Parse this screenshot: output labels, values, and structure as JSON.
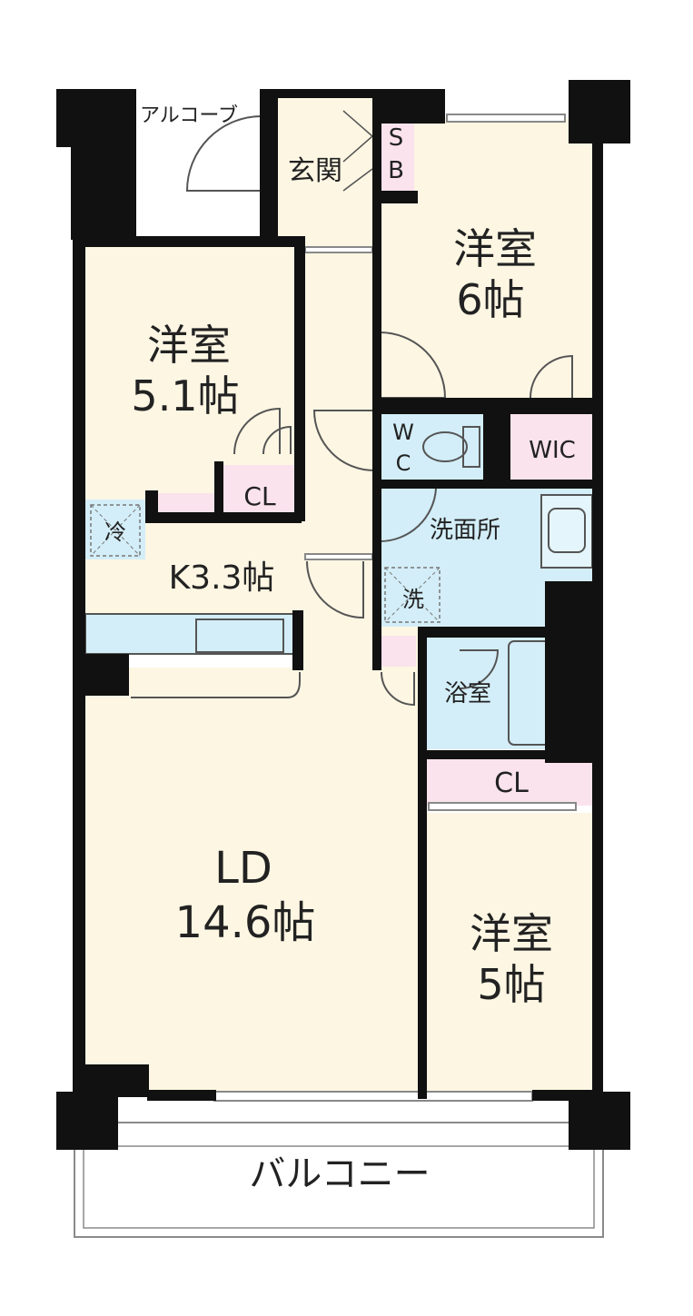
{
  "colors": {
    "floor": "#fdf6e3",
    "wet": "#d3eef8",
    "storage": "#fae3ec",
    "wall": "#111111",
    "balcony": "#ffffff",
    "line": "#8a8a8a"
  },
  "rooms": {
    "alcove": "アルコーブ",
    "entrance": "玄関",
    "shoe_box": [
      "S",
      "B"
    ],
    "room_6": {
      "name": "洋室",
      "size": "6帖"
    },
    "room_5_1": {
      "name": "洋室",
      "size": "5.1帖"
    },
    "wc": [
      "W",
      "C"
    ],
    "wic": "WIC",
    "closet_small": "CL",
    "fridge": "冷",
    "kitchen": "K3.3帖",
    "washroom": "洗面所",
    "washer": "洗",
    "bathroom": "浴室",
    "closet_lower": "CL",
    "ld": {
      "name": "LD",
      "size": "14.6帖"
    },
    "room_5": {
      "name": "洋室",
      "size": "5帖"
    },
    "balcony": "バルコニー"
  }
}
